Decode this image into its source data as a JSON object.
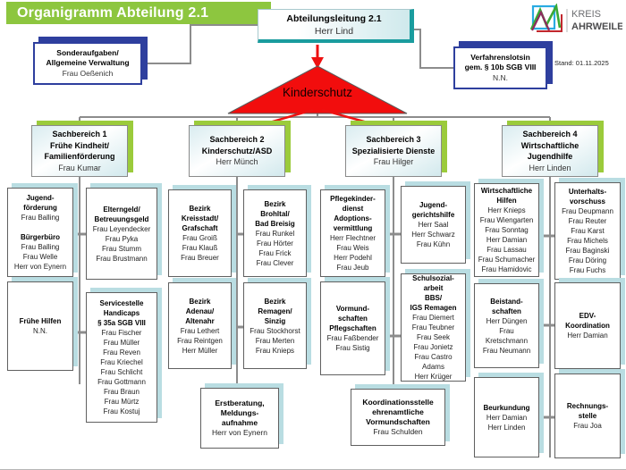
{
  "title_bar": {
    "title": "Organigramm Abteilung 2.1"
  },
  "stand": "Stand: 01.11.2025",
  "logo": {
    "line1": "KREIS",
    "line2": "AHRWEILER",
    "mark": "aw-monogram"
  },
  "leadership": {
    "lines": [
      {
        "t": "Abteilungsleitung 2.1",
        "b": true
      },
      {
        "t": "Herr Lind"
      }
    ]
  },
  "sonderaufgaben": {
    "lines": [
      {
        "t": "Sonderaufgaben/",
        "b": true
      },
      {
        "t": "Allgemeine Verwaltung",
        "b": true
      },
      {
        "t": "Frau Oeßenich"
      }
    ]
  },
  "verfahrenslotsin": {
    "lines": [
      {
        "t": "Verfahrenslotsin",
        "b": true
      },
      {
        "t": "gem. § 10b SGB VIII",
        "b": true
      },
      {
        "t": "N.N."
      }
    ]
  },
  "kinderschutz_label": "Kinderschutz",
  "sachbereiche": [
    {
      "header": {
        "lines": [
          {
            "t": "Sachbereich 1",
            "b": true
          },
          {
            "t": "Frühe Kindheit/",
            "b": true
          },
          {
            "t": "Familienförderung",
            "b": true
          },
          {
            "t": "Frau Kumar"
          }
        ]
      },
      "boxes": [
        {
          "name": "jugendfoerderung-buergerbuero",
          "lines": [
            {
              "t": "Jugend-",
              "b": true
            },
            {
              "t": "förderung",
              "b": true
            },
            {
              "t": "Frau Balling"
            },
            {
              "t": ""
            },
            {
              "t": "Bürgerbüro",
              "b": true
            },
            {
              "t": "Frau Balling"
            },
            {
              "t": "Frau Welle"
            },
            {
              "t": "Herr von Eynern"
            }
          ]
        },
        {
          "name": "fruehe-hilfen",
          "lines": [
            {
              "t": "Frühe  Hilfen",
              "b": true
            },
            {
              "t": "N.N."
            }
          ]
        },
        {
          "name": "elterngeld-betreuungsgeld",
          "lines": [
            {
              "t": "Elterngeld/",
              "b": true
            },
            {
              "t": "Betreuungsgeld",
              "b": true
            },
            {
              "t": "Frau Leyendecker"
            },
            {
              "t": "Frau Pyka"
            },
            {
              "t": "Frau Stumm"
            },
            {
              "t": "Frau Brustmann"
            }
          ]
        },
        {
          "name": "servicestelle-handicaps",
          "lines": [
            {
              "t": "Servicestelle",
              "b": true
            },
            {
              "t": "Handicaps",
              "b": true
            },
            {
              "t": "§ 35a SGB  VIII",
              "b": true
            },
            {
              "t": "Frau Fischer"
            },
            {
              "t": "Frau Müller"
            },
            {
              "t": "Frau Reven"
            },
            {
              "t": "Frau Kriechel"
            },
            {
              "t": "Frau Schlicht"
            },
            {
              "t": "Frau Gottmann"
            },
            {
              "t": "Frau Braun"
            },
            {
              "t": "Frau Mürtz"
            },
            {
              "t": "Frau Kostuj"
            }
          ]
        }
      ]
    },
    {
      "header": {
        "lines": [
          {
            "t": "Sachbereich 2",
            "b": true
          },
          {
            "t": "Kinderschutz/ASD",
            "b": true
          },
          {
            "t": "Herr Münch"
          }
        ]
      },
      "boxes": [
        {
          "name": "bezirk-kreisstadt-grafschaft",
          "lines": [
            {
              "t": "Bezirk",
              "b": true
            },
            {
              "t": "Kreisstadt/",
              "b": true
            },
            {
              "t": "Grafschaft",
              "b": true
            },
            {
              "t": "Frau Groiß"
            },
            {
              "t": "Frau Klauß"
            },
            {
              "t": "Frau Breuer"
            }
          ]
        },
        {
          "name": "bezirk-adenau-altenahr",
          "lines": [
            {
              "t": "Bezirk",
              "b": true
            },
            {
              "t": "Adenau/",
              "b": true
            },
            {
              "t": "Altenahr",
              "b": true
            },
            {
              "t": "Frau Lethert"
            },
            {
              "t": "Frau Reintgen"
            },
            {
              "t": "Herr Müller"
            }
          ]
        },
        {
          "name": "bezirk-brohltal-bad-breisig",
          "lines": [
            {
              "t": "Bezirk",
              "b": true
            },
            {
              "t": "Brohltal/",
              "b": true
            },
            {
              "t": "Bad Breisig",
              "b": true
            },
            {
              "t": "Frau Runkel"
            },
            {
              "t": "Frau Hörter"
            },
            {
              "t": "Frau Frick"
            },
            {
              "t": "Frau Clever"
            }
          ]
        },
        {
          "name": "bezirk-remagen-sinzig",
          "lines": [
            {
              "t": "Bezirk",
              "b": true
            },
            {
              "t": "Remagen/",
              "b": true
            },
            {
              "t": "Sinzig",
              "b": true
            },
            {
              "t": "Frau Stockhorst"
            },
            {
              "t": "Frau Merten"
            },
            {
              "t": "Frau Knieps"
            }
          ]
        },
        {
          "name": "erstberatung-meldungsaufnahme",
          "lines": [
            {
              "t": "Erstberatung,",
              "b": true
            },
            {
              "t": "Meldungs-",
              "b": true
            },
            {
              "t": "aufnahme",
              "b": true
            },
            {
              "t": "Herr von Eynern"
            }
          ]
        }
      ]
    },
    {
      "header": {
        "lines": [
          {
            "t": "Sachbereich 3",
            "b": true
          },
          {
            "t": "Spezialisierte Dienste",
            "b": true
          },
          {
            "t": "Frau Hilger"
          }
        ]
      },
      "boxes": [
        {
          "name": "pflegekinderdienst-adoptionsvermittlung",
          "lines": [
            {
              "t": "Pflegekinder-",
              "b": true
            },
            {
              "t": "dienst",
              "b": true
            },
            {
              "t": "Adoptions-",
              "b": true
            },
            {
              "t": "vermittlung",
              "b": true
            },
            {
              "t": "Herr Flechtner"
            },
            {
              "t": "Frau Weis"
            },
            {
              "t": "Herr Podehl"
            },
            {
              "t": "Frau Jeub"
            }
          ]
        },
        {
          "name": "vormundschaften-pflegschaften",
          "lines": [
            {
              "t": "Vormund-",
              "b": true
            },
            {
              "t": "schaften",
              "b": true
            },
            {
              "t": "Pflegschaften",
              "b": true
            },
            {
              "t": "Frau Faßbender"
            },
            {
              "t": "Frau Sistig"
            }
          ]
        },
        {
          "name": "jugendgerichtshilfe",
          "lines": [
            {
              "t": "Jugend-",
              "b": true
            },
            {
              "t": "gerichtshilfe",
              "b": true
            },
            {
              "t": "Herr Saal"
            },
            {
              "t": "Herr Schwarz"
            },
            {
              "t": "Frau Kühn"
            }
          ]
        },
        {
          "name": "schulsozialarbeit-bbs-igs-remagen",
          "lines": [
            {
              "t": "Schulsozial-",
              "b": true
            },
            {
              "t": "arbeit",
              "b": true
            },
            {
              "t": "BBS/",
              "b": true
            },
            {
              "t": "IGS  Remagen",
              "b": true
            },
            {
              "t": "Frau Diemert"
            },
            {
              "t": "Frau  Teubner"
            },
            {
              "t": "Frau Seek"
            },
            {
              "t": "Frau Jonietz"
            },
            {
              "t": "Frau Castro"
            },
            {
              "t": "Adams"
            },
            {
              "t": "Herr Krüger"
            }
          ]
        },
        {
          "name": "koordinationsstelle-ehrenamtliche-vormundschaften",
          "lines": [
            {
              "t": "Koordinationsstelle",
              "b": true
            },
            {
              "t": "ehrenamtliche",
              "b": true
            },
            {
              "t": "Vormundschaften",
              "b": true
            },
            {
              "t": "Frau Schulden"
            }
          ]
        }
      ]
    },
    {
      "header": {
        "lines": [
          {
            "t": "Sachbereich 4",
            "b": true
          },
          {
            "t": "Wirtschaftliche",
            "b": true
          },
          {
            "t": "Jugendhilfe",
            "b": true
          },
          {
            "t": "Herr Linden"
          }
        ]
      },
      "boxes": [
        {
          "name": "wirtschaftliche-hilfen",
          "lines": [
            {
              "t": "Wirtschaftliche",
              "b": true
            },
            {
              "t": "Hilfen",
              "b": true
            },
            {
              "t": "Herr Knieps"
            },
            {
              "t": "Frau Wiengarten"
            },
            {
              "t": "Frau Sonntag"
            },
            {
              "t": "Herr Damian"
            },
            {
              "t": "Frau Lassau"
            },
            {
              "t": "Frau Schumacher"
            },
            {
              "t": "Frau Hamidovic"
            }
          ]
        },
        {
          "name": "beistandschaften",
          "lines": [
            {
              "t": "Beistand-",
              "b": true
            },
            {
              "t": "schaften",
              "b": true
            },
            {
              "t": "Herr Düngen"
            },
            {
              "t": "Frau"
            },
            {
              "t": "Kretschmann"
            },
            {
              "t": "Frau Neumann"
            }
          ]
        },
        {
          "name": "beurkundung",
          "lines": [
            {
              "t": "Beurkundung",
              "b": true
            },
            {
              "t": "Herr Damian"
            },
            {
              "t": "Herr Linden"
            }
          ]
        },
        {
          "name": "unterhaltsvorschuss",
          "lines": [
            {
              "t": "Unterhalts-",
              "b": true
            },
            {
              "t": "vorschuss",
              "b": true
            },
            {
              "t": "Frau Deupmann"
            },
            {
              "t": "Frau Reuter"
            },
            {
              "t": "Frau Karst"
            },
            {
              "t": "Frau Michels"
            },
            {
              "t": "Frau Baginski"
            },
            {
              "t": "Frau Döring"
            },
            {
              "t": "Frau Fuchs"
            }
          ]
        },
        {
          "name": "edv-koordination",
          "lines": [
            {
              "t": "EDV-",
              "b": true
            },
            {
              "t": "Koordination",
              "b": true
            },
            {
              "t": "Herr Damian"
            }
          ]
        },
        {
          "name": "rechnungsstelle",
          "lines": [
            {
              "t": "Rechnungs-",
              "b": true
            },
            {
              "t": "stelle",
              "b": true
            },
            {
              "t": "Frau Joa"
            }
          ]
        }
      ]
    }
  ],
  "colors": {
    "title_green": "#8dc63f",
    "header_shadow_green": "#9bcb3b",
    "box_shadow_blue": "#b9dde2",
    "teal_accent": "#1a9c9e",
    "dark_blue": "#2e3f9e",
    "red": "#ee1111",
    "line_gray": "#8c8c8c"
  }
}
